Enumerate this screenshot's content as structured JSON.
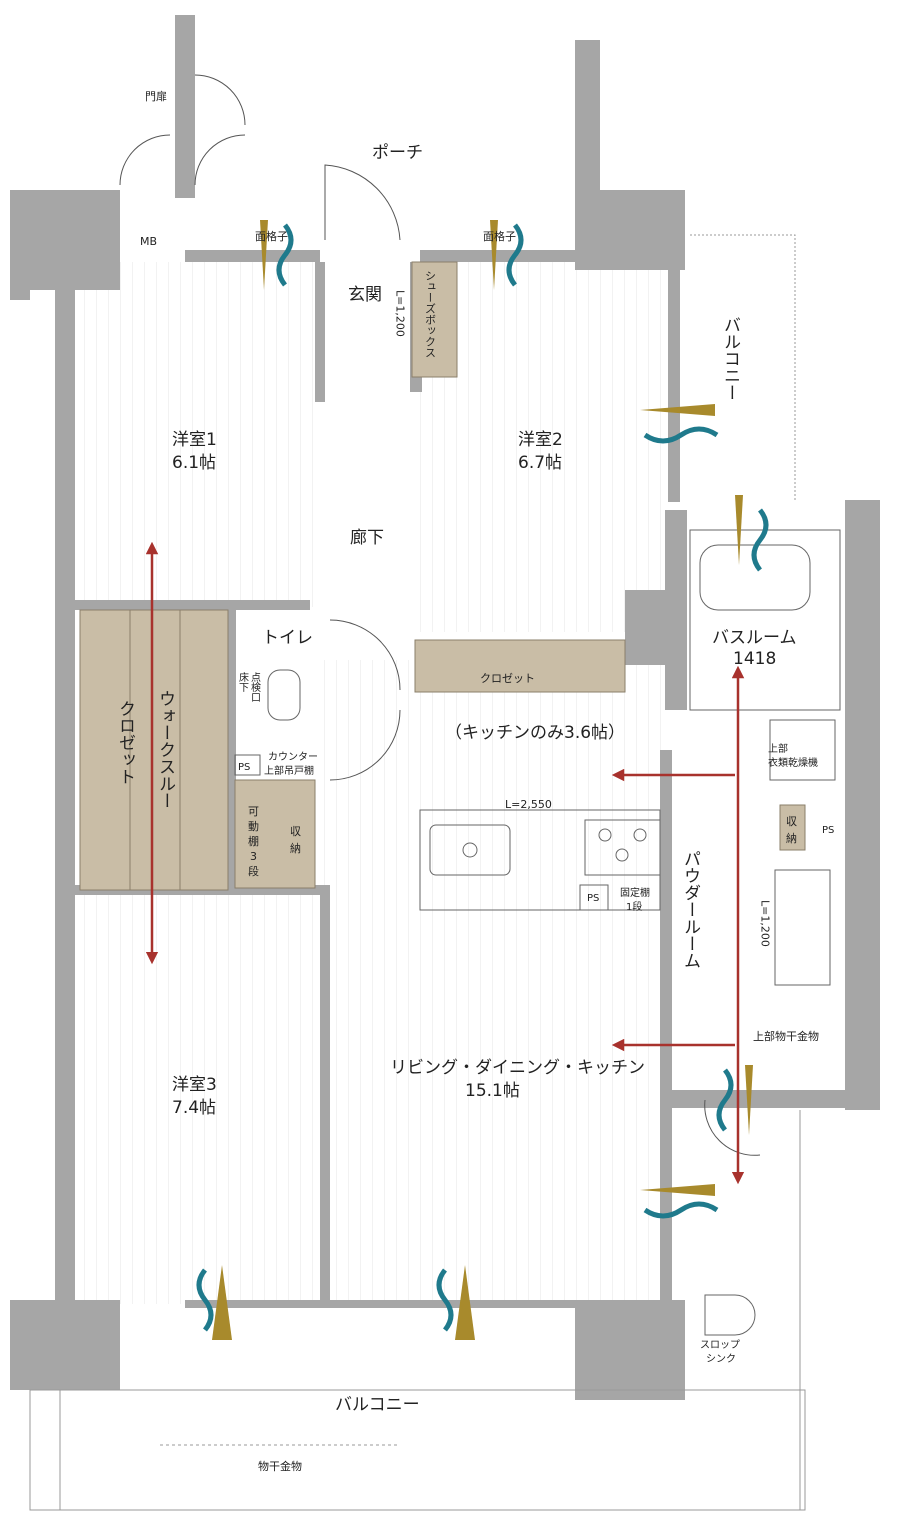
{
  "labels": {
    "gate_door": "門扉",
    "porch": "ポーチ",
    "mb": "MB",
    "lattice_1": "面格子",
    "lattice_2": "面格子",
    "entrance": "玄関",
    "shoe_box": "シューズボックス",
    "shoe_box_len": "L=1,200",
    "room1_name": "洋室1",
    "room1_size": "6.1帖",
    "room2_name": "洋室2",
    "room2_size": "6.7帖",
    "balcony_side": "バルコニー",
    "hallway": "廊下",
    "bathroom": "バスルーム",
    "bath_size": "1418",
    "toilet": "トイレ",
    "underfloor_1": "床下",
    "underfloor_2": "点検口",
    "ps1": "PS",
    "counter": "カウンター",
    "hanging_shelf": "上部吊戸棚",
    "closet2": "クロゼット",
    "kitchen_only": "（キッチンのみ3.6帖）",
    "dryer_1": "上部",
    "dryer_2": "衣類乾燥機",
    "walk_closet": "クロゼット",
    "walk_through": "ウォークスルー",
    "movable_1": "可",
    "movable_2": "動",
    "movable_3": "棚",
    "movable_4": "3",
    "movable_5": "段",
    "storage_1": "収",
    "storage_2": "納",
    "counter_len": "L=2,550",
    "ps2": "PS",
    "fixed_shelf_1": "固定棚",
    "fixed_shelf_2": "1段",
    "powder_room": "パウダールーム",
    "storage3_1": "収",
    "storage3_2": "納",
    "ps3": "PS",
    "vanity_len": "L=1,200",
    "upper_dry_rack": "上部物干金物",
    "room3_name": "洋室3",
    "room3_size": "7.4帖",
    "ldk_name": "リビング・ダイニング・キッチン",
    "ldk_size": "15.1帖",
    "slop_sink_1": "スロップ",
    "slop_sink_2": "シンク",
    "balcony_main": "バルコニー",
    "dry_rack": "物干金物"
  },
  "colors": {
    "wall": "#a6a6a6",
    "floor_line": "#e2e2e2",
    "closet": "#c9bda6",
    "arrow": "#a8322d",
    "wind": "#1f7a8c",
    "light": "#a88a2c"
  }
}
